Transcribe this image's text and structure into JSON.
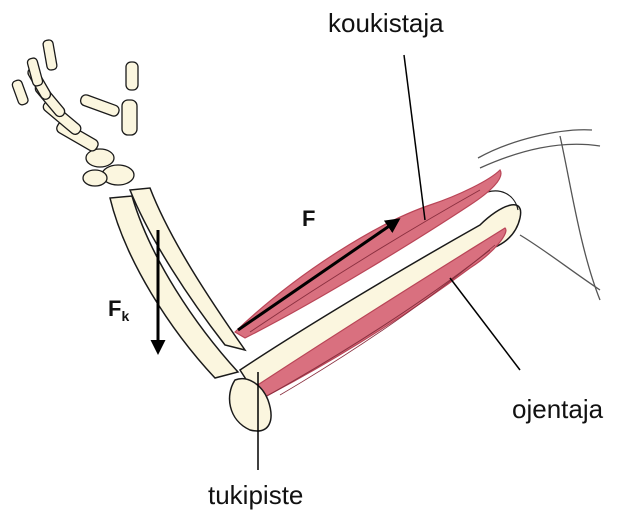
{
  "labels": {
    "flexor": "koukistaja",
    "extensor": "ojentaja",
    "fulcrum": "tukipiste",
    "force": "F",
    "load_force": "F",
    "load_force_sub": "k"
  },
  "colors": {
    "bone_fill": "#fbf6df",
    "bone_stroke": "#1a1a1a",
    "muscle_fill": "#d9707f",
    "muscle_dark": "#b94557",
    "skin_stroke": "#555555",
    "arrow": "#000000"
  }
}
